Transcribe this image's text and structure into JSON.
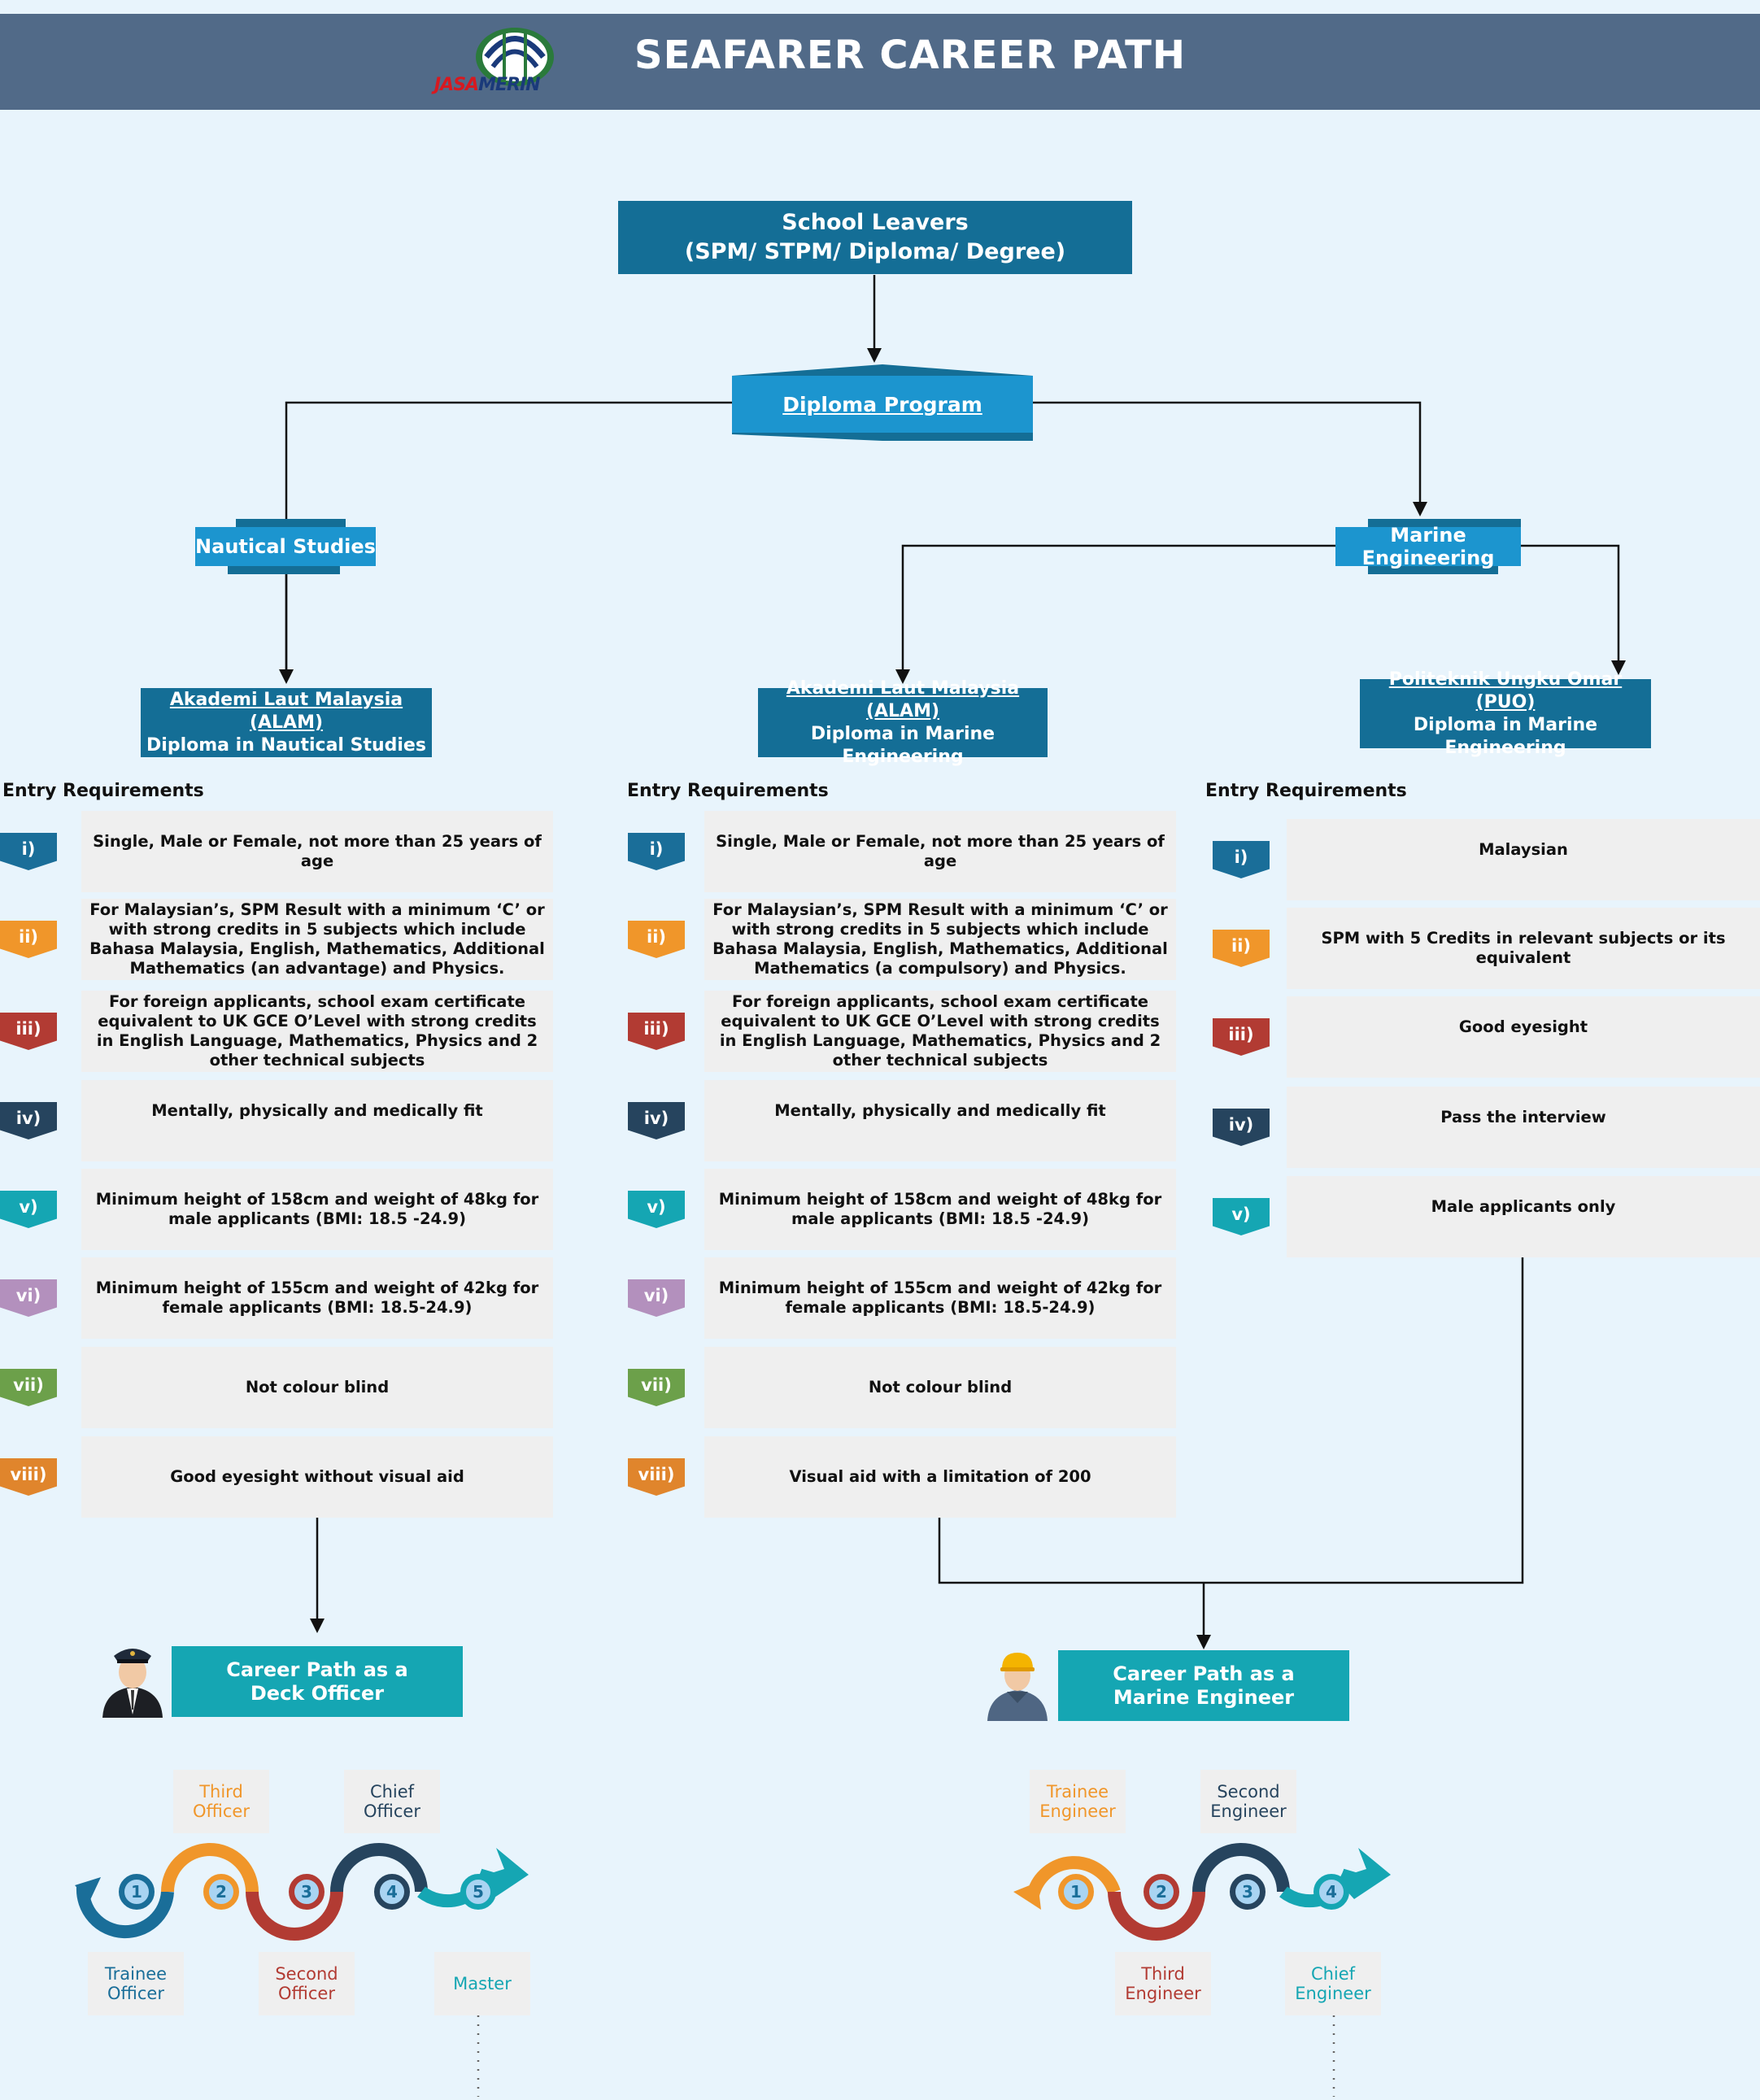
{
  "header": {
    "title": "SEAFARER CAREER PATH",
    "logo_text_red": "JASA",
    "logo_text_blue": "MERIN"
  },
  "colors": {
    "header_bg": "#516a88",
    "page_bg": "#e8f4fc",
    "dark_box": "#146e96",
    "light_box": "#1c95cf",
    "teal_box": "#15a6b3",
    "tag_colors": [
      "#1a6e99",
      "#f0962a",
      "#b23b33",
      "#26445e",
      "#15a6b3",
      "#b390bd",
      "#6ca04a",
      "#e0852c"
    ]
  },
  "flow": {
    "school": {
      "line1": "School Leavers",
      "line2": "(SPM/ STPM/ Diploma/ Degree)"
    },
    "diploma": "Diploma Program",
    "nautical": "Nautical Studies",
    "marine": "Marine Engineering",
    "alam_nautical": {
      "line1": "Akademi Laut Malaysia (ALAM)",
      "line2": "Diploma in Nautical Studies"
    },
    "alam_marine": {
      "line1": "Akademi Laut Malaysia (ALAM)",
      "line2": "Diploma in Marine Engineering"
    },
    "puo": {
      "line1": "Politeknik Ungku Omar (PUO)",
      "line2": "Diploma in Marine Engineering"
    }
  },
  "requirements": {
    "title": "Entry Requirements",
    "numerals": [
      "i)",
      "ii)",
      "iii)",
      "iv)",
      "v)",
      "vi)",
      "vii)",
      "viii)"
    ],
    "nautical": [
      "Single, Male or Female, not more than 25 years of age",
      "For Malaysian’s, SPM Result with a minimum ‘C’ or with strong credits in 5 subjects which include Bahasa Malaysia, English, Mathematics, Additional Mathematics (an advantage) and Physics.",
      "For foreign applicants, school exam certificate equivalent to UK GCE O’Level with strong credits in English Language, Mathematics, Physics and 2 other technical subjects",
      "Mentally, physically and medically fit",
      "Minimum height of 158cm and weight of 48kg for male applicants (BMI: 18.5 -24.9)",
      "Minimum height of 155cm and weight of 42kg for female applicants (BMI: 18.5-24.9)",
      "Not colour blind",
      "Good eyesight without visual aid"
    ],
    "alam_marine": [
      "Single, Male or Female, not more than 25 years of age",
      "For Malaysian’s, SPM Result with a minimum ‘C’ or with strong credits in 5 subjects which include Bahasa Malaysia, English, Mathematics, Additional Mathematics (a compulsory) and Physics.",
      "For foreign applicants, school exam certificate equivalent to UK GCE O’Level with strong credits in English Language, Mathematics, Physics and 2 other technical subjects",
      "Mentally, physically and medically fit",
      "Minimum height of 158cm and weight of 48kg for male applicants (BMI: 18.5 -24.9)",
      "Minimum height of 155cm and weight of 42kg for female applicants (BMI: 18.5-24.9)",
      "Not colour blind",
      "Visual aid with a limitation of 200"
    ],
    "puo": [
      "Malaysian",
      "SPM with 5 Credits in relevant subjects or its equivalent",
      "Good eyesight",
      "Pass the interview",
      "Male applicants only"
    ]
  },
  "careers": {
    "deck": {
      "title": "Career Path as a Deck Officer",
      "stages": [
        "Trainee Officer",
        "Third Officer",
        "Second Officer",
        "Chief Officer",
        "Master"
      ],
      "numbers": [
        "1",
        "2",
        "3",
        "4",
        "5"
      ]
    },
    "engineer": {
      "title": "Career Path as a Marine Engineer",
      "stages": [
        "Trainee Engineer",
        "Third Engineer",
        "Second Engineer",
        "Chief Engineer"
      ],
      "numbers": [
        "1",
        "2",
        "3",
        "4"
      ]
    }
  }
}
